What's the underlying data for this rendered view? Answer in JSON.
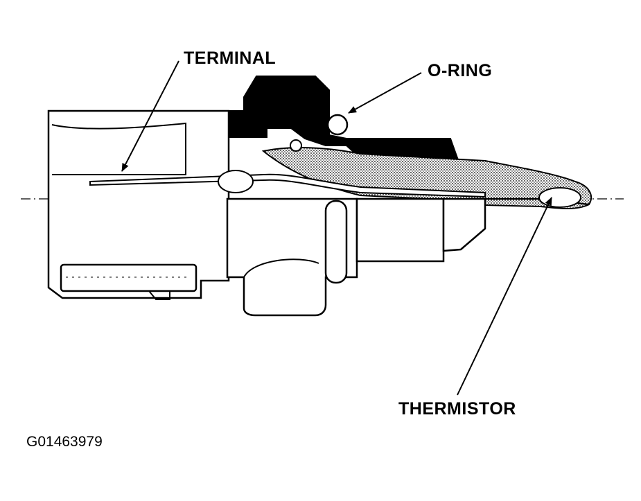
{
  "labels": {
    "terminal": "TERMINAL",
    "o_ring": "O-RING",
    "thermistor": "THERMISTOR"
  },
  "figure_id": "G01463979"
}
